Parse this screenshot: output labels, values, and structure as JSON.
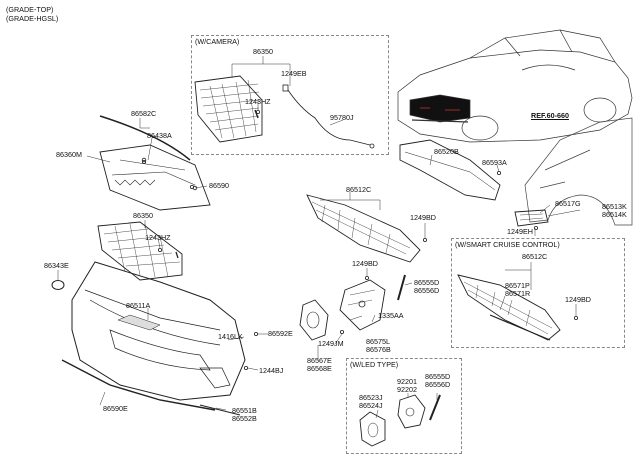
{
  "grade": [
    "(GRADE-TOP)",
    "(GRADE-HGSL)"
  ],
  "boxes": {
    "camera": "(W/CAMERA)",
    "smart_cruise": "(W/SMART CRUISE CONTROL)",
    "led": "(W/LED TYPE)"
  },
  "reference": "REF.60-660",
  "parts": {
    "p86350_top": "86350",
    "p1249EB": "1249EB",
    "p1243HZ_top": "1243HZ",
    "p95780J": "95780J",
    "p86582C": "86582C",
    "p86438A": "86438A",
    "p86360M": "86360M",
    "p86590": "86590",
    "p86350": "86350",
    "p1243HZ": "1243HZ",
    "p86343E": "86343E",
    "p86511A": "86511A",
    "p1416LK": "1416LK",
    "p86592E": "86592E",
    "p1244BJ": "1244BJ",
    "p86590E": "86590E",
    "p86551B": "86551B",
    "p86552B": "86552B",
    "p86520B": "86520B",
    "p86593A": "86593A",
    "p86512C": "86512C",
    "p1249BD": "1249BD",
    "p1249BD_b": "1249BD",
    "p86555D": "86555D",
    "p86556D": "86556D",
    "p1335AA": "1335AA",
    "p86575L": "86575L",
    "p86576B": "86576B",
    "p1249JM": "1249JM",
    "p86567E": "86567E",
    "p86568E": "86568E",
    "p86517G": "86517G",
    "p86513K": "86513K",
    "p86514K": "86514K",
    "p1249EH": "1249EH",
    "p86512C_scc": "86512C",
    "p86571P": "86571P",
    "p86571R": "86571R",
    "p1249BD_scc": "1249BD",
    "p92201": "92201",
    "p92202": "92202",
    "p86555D_led": "86555D",
    "p86556D_led": "86556D",
    "p86523J": "86523J",
    "p86524J": "86524J"
  }
}
